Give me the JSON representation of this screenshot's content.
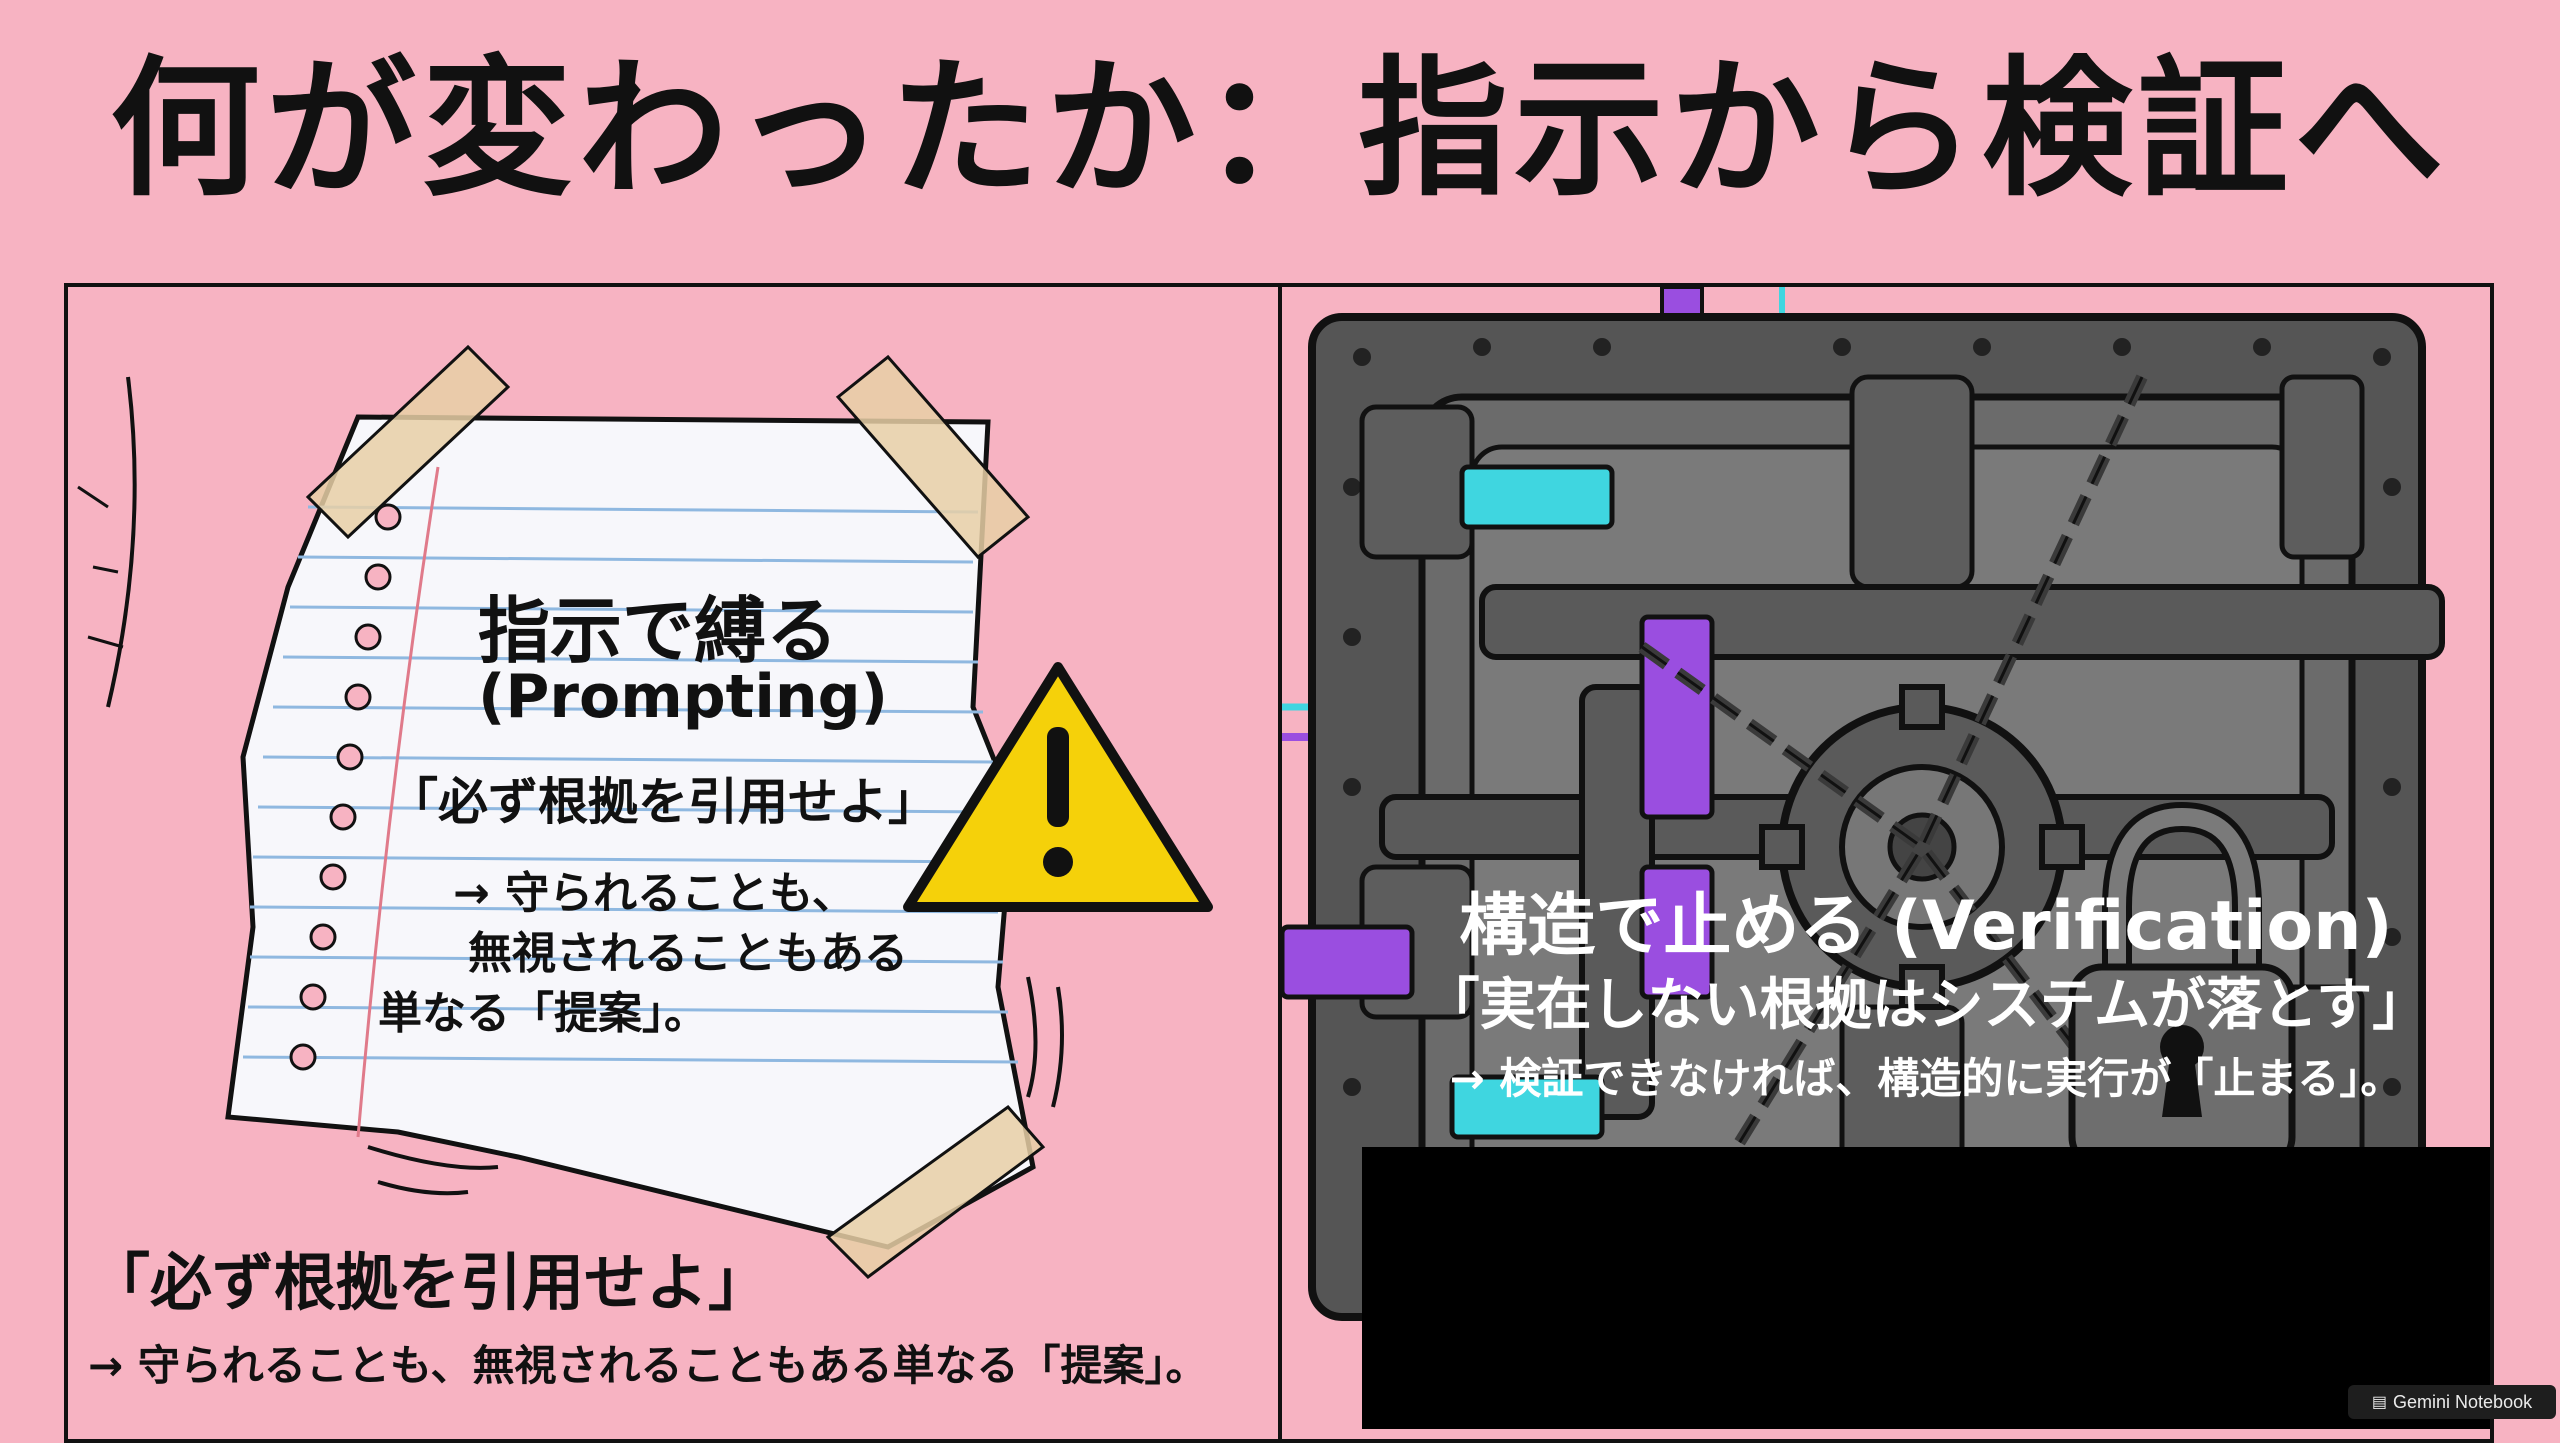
{
  "title": "何が変わったか：指示から検証へ",
  "left": {
    "note": {
      "heading": "指示で縛る",
      "subheading": "(Prompting)",
      "quote": "「必ず根拠を引用せよ」",
      "body_line1": "→ 守られることも、",
      "body_line2": "無視されることもある",
      "body_line3": "単なる「提案」。"
    },
    "caption_title": "「必ず根拠を引用せよ」",
    "caption_body": "→ 守られることも、無視されることもある単なる「提案」。"
  },
  "right": {
    "caption_title": "構造で止める (Verification)",
    "caption_quote": "「実在しない根拠はシステムが落とす」",
    "caption_body": "→ 検証できなければ、構造的に実行が「止まる」。"
  },
  "badge": {
    "label": "Gemini Notebook",
    "icon": "notebook-icon"
  },
  "colors": {
    "background": "#f7b3c2",
    "warning": "#f5d10a",
    "cyan": "#3fd6e0",
    "purple": "#9a4ee0",
    "metal": "#6b6b6b"
  }
}
